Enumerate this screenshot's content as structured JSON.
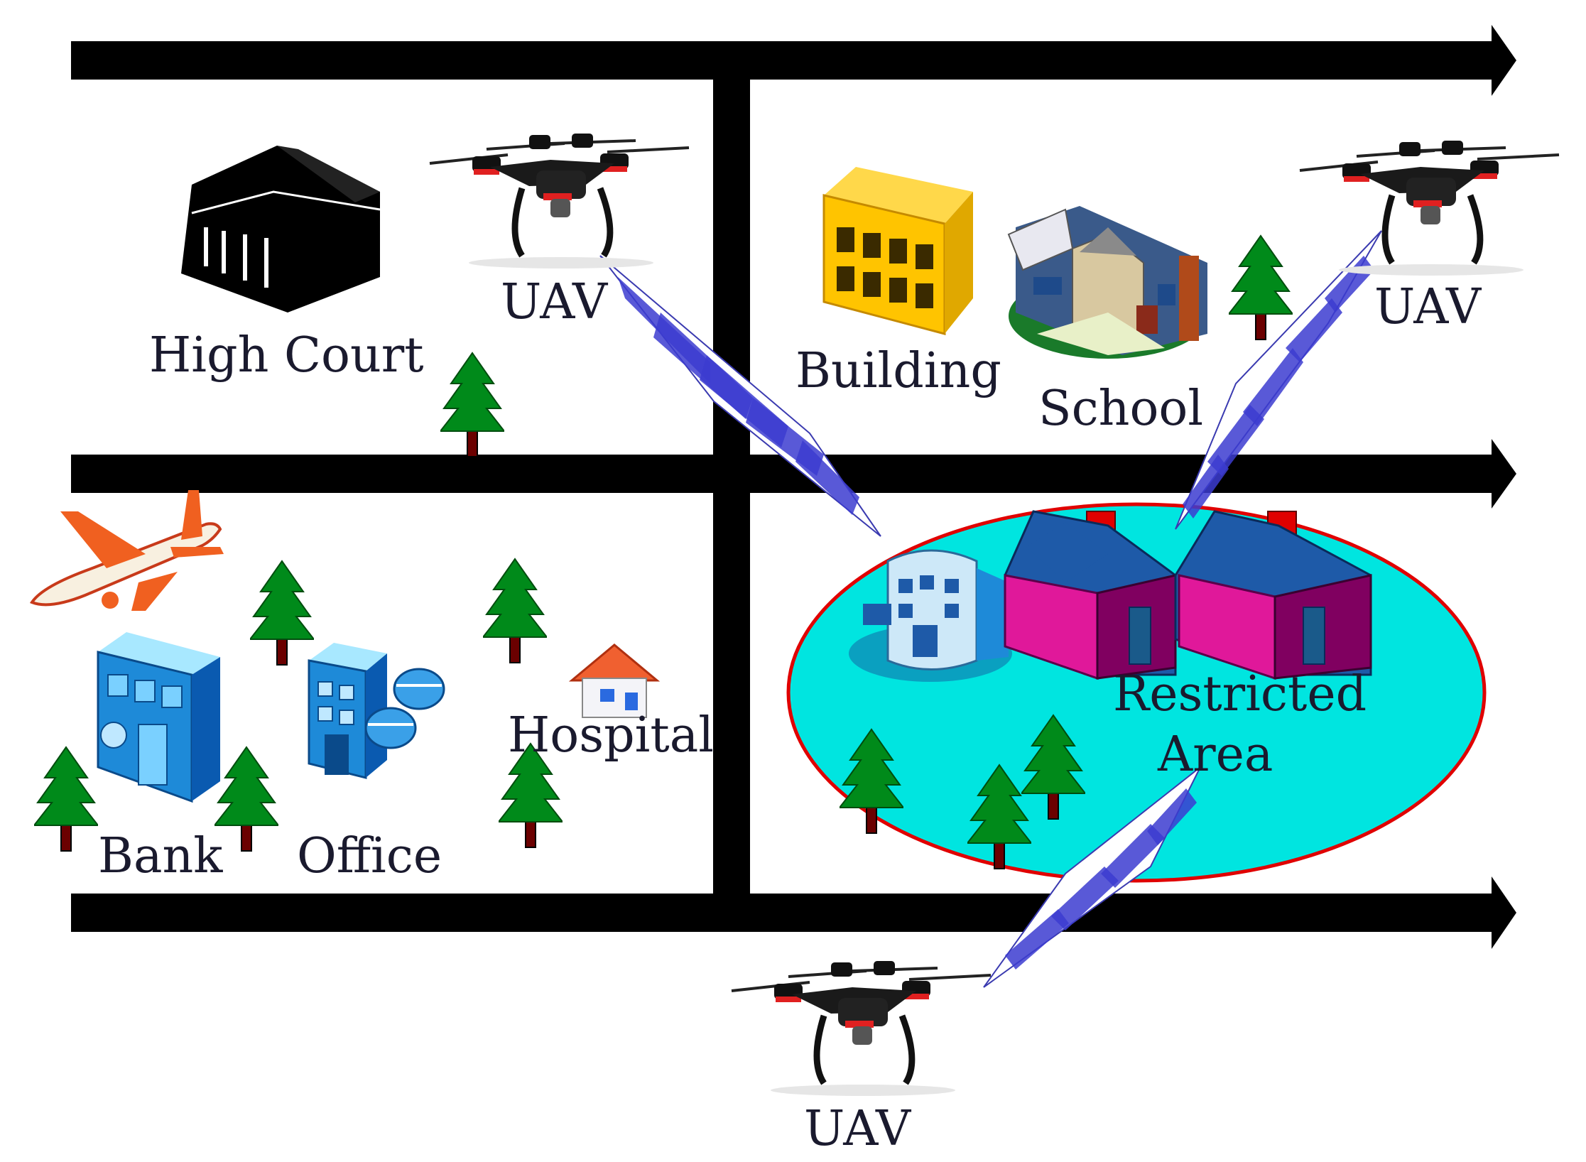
{
  "labels": {
    "high_court": "High Court",
    "uav_top_left": "UAV",
    "building": "Building",
    "school": "School",
    "uav_top_right": "UAV",
    "bank": "Bank",
    "office": "Office",
    "hospital": "Hospital",
    "restricted_line1": "Restricted",
    "restricted_line2": "Area",
    "uav_bottom": "UAV"
  },
  "colors": {
    "road": "#000000",
    "restricted_fill": "#00e5e0",
    "restricted_border": "#e00000",
    "tree_foliage": "#008a1a",
    "tree_trunk": "#6b0000",
    "beam": "#4a4ad8",
    "label_text": "#1a1a2e",
    "building_yellow": "#ffc400",
    "house_wall": "#e0189a",
    "house_roof": "#1e5aa8"
  },
  "icons": [
    "drone-icon",
    "tree-icon",
    "airplane-icon",
    "bank-icon",
    "office-icon",
    "hospital-icon",
    "high-court-icon",
    "building-icon",
    "school-icon",
    "house-icon",
    "hotel-icon"
  ]
}
